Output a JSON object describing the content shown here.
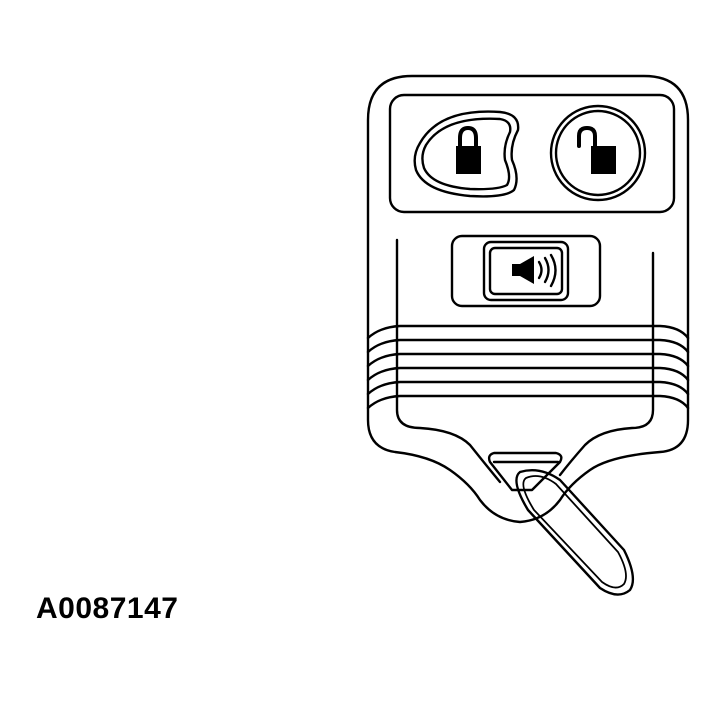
{
  "figure": {
    "id_label": "A0087147",
    "subject": "remote keyless entry transmitter (key fob)",
    "buttons": [
      {
        "name": "lock",
        "icon": "closed-padlock-icon"
      },
      {
        "name": "unlock",
        "icon": "open-padlock-icon"
      },
      {
        "name": "panic",
        "icon": "speaker-sound-icon"
      }
    ],
    "accessories": [
      "key-ring"
    ],
    "colors": {
      "line": "#000000",
      "background": "#ffffff"
    }
  }
}
